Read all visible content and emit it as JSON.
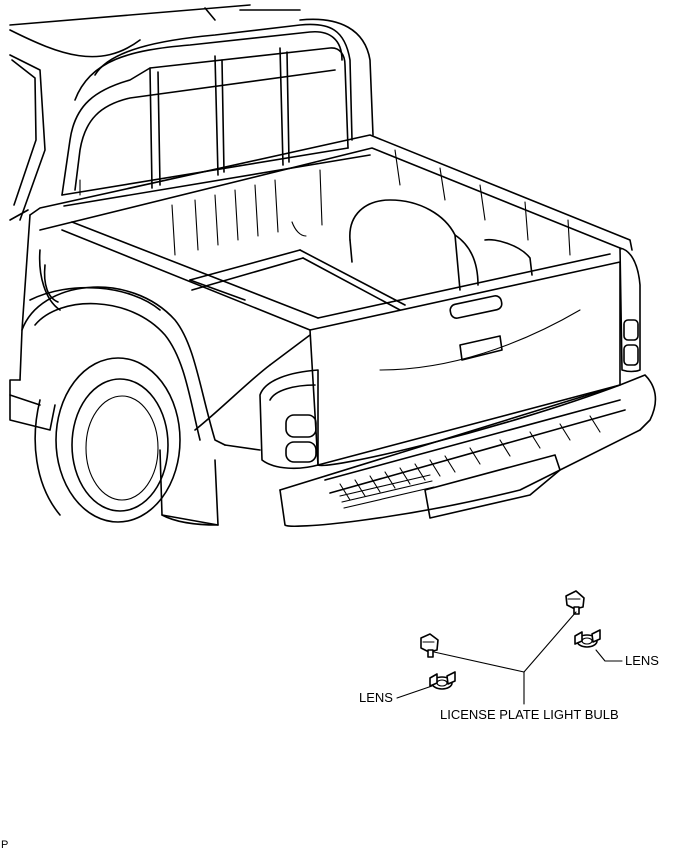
{
  "labels": {
    "lens_right": "LENS",
    "lens_left": "LENS",
    "bulb": "LICENSE PLATE LIGHT BULB",
    "corner_code": "P"
  }
}
